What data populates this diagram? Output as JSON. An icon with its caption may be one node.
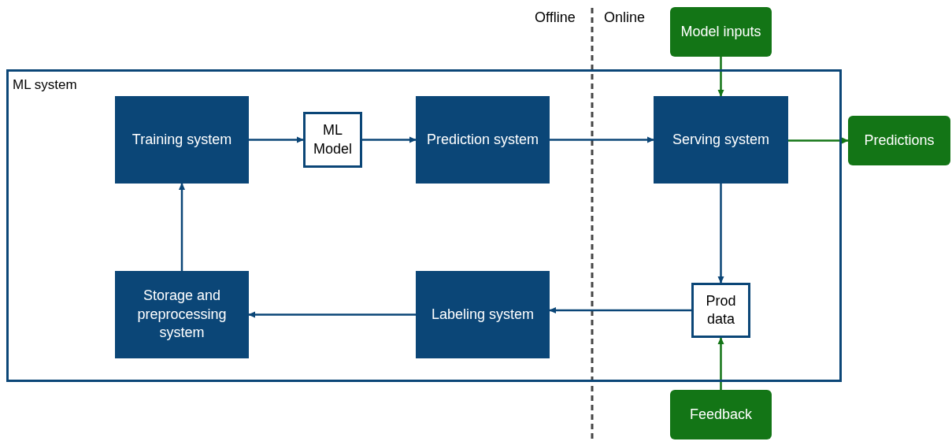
{
  "diagram": {
    "nodes": [
      {
        "text": [
          "ML system"
        ]
      },
      {
        "text": [
          "Training system"
        ],
        "in": 0
      },
      {
        "text": [
          "ML Model"
        ],
        "in": 0
      },
      {
        "text": [
          "Prediction system"
        ],
        "in": 0
      },
      {
        "text": [
          "Serving system"
        ],
        "in": 0
      },
      {
        "text": [
          "Storage and preprocessing system"
        ],
        "in": 0
      },
      {
        "text": [
          "Labeling system"
        ],
        "in": 0
      },
      {
        "text": [
          "Prod data"
        ],
        "in": 0
      },
      {
        "text": [
          "Model inputs"
        ]
      },
      {
        "text": [
          "Predictions"
        ]
      },
      {
        "text": [
          "Feedback"
        ]
      }
    ],
    "edges": [
      {
        "from": 1,
        "to": 2,
        "arrow": "to"
      },
      {
        "from": 2,
        "to": 3,
        "arrow": "to"
      },
      {
        "from": 3,
        "to": 4,
        "arrow": "to"
      },
      {
        "from": 4,
        "to": 9,
        "arrow": "to",
        "color": "#137516"
      },
      {
        "from": 8,
        "to": 4,
        "arrow": "to",
        "color": "#137516"
      },
      {
        "from": 4,
        "to": 7,
        "arrow": "to"
      },
      {
        "from": 7,
        "to": 6,
        "arrow": "to"
      },
      {
        "from": 6,
        "to": 5,
        "arrow": "to"
      },
      {
        "from": 5,
        "to": 1,
        "arrow": "to"
      },
      {
        "from": 10,
        "to": 7,
        "arrow": "to",
        "color": "#137516"
      }
    ],
    "labels": [
      "Offline",
      "Online"
    ]
  }
}
